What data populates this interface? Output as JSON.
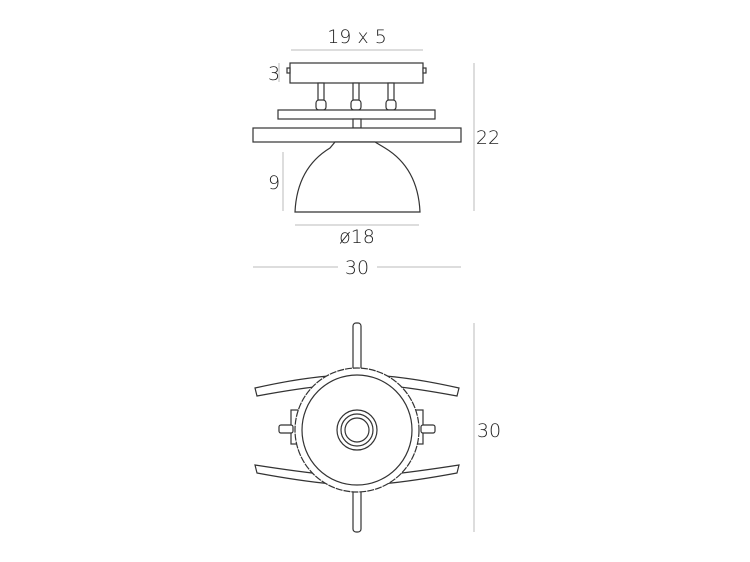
{
  "side_view": {
    "canopy_label": "19 x 5",
    "canopy_height_label": "3",
    "shade_height_label": "9",
    "total_height_label": "22",
    "shade_diameter_label": "ø18",
    "total_width_label": "30"
  },
  "top_view": {
    "depth_label": "30"
  },
  "colors": {
    "line": "#333333",
    "dimension_line": "#bbbbbb"
  }
}
